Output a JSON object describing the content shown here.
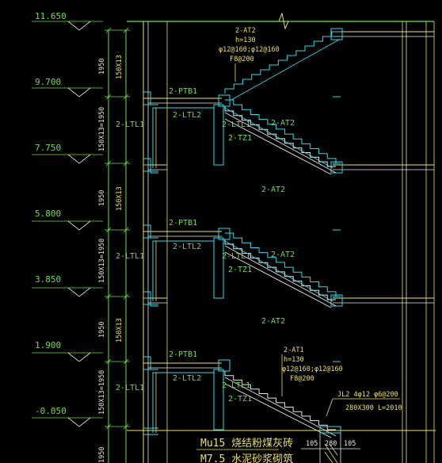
{
  "levels": [
    "11.650",
    "9.700",
    "7.750",
    "5.800",
    "3.850",
    "1.900",
    "-0.050"
  ],
  "dims": {
    "flight": "1950",
    "steps_up": "150X13",
    "steps_down": "150X13=1950"
  },
  "labels": {
    "ltl1": "2-LTL1",
    "ltl2": "2-LTL2",
    "ptb1": "2-PTB1",
    "tz1": "2-TZ1",
    "at1": "2-AT1",
    "at2": "2-AT2"
  },
  "notes": {
    "at2_top": [
      "2-AT2",
      "h=130",
      "φ12@160;φ12@160",
      "F8@200"
    ],
    "at1": [
      "2-AT1",
      "h=130",
      "φ12@160;φ12@160",
      "F8@200"
    ],
    "jl2": [
      "JL2  4φ12  φ6@200",
      "280X300  L=2010"
    ]
  },
  "footer": {
    "material": "Mu15  烧结粉煤灰砖",
    "mortar": "M7.5  水泥砂浆砌筑",
    "dim_left": "105",
    "dim_mid": "280",
    "dim_right": "105"
  },
  "colors": {
    "green": "#6fdc50",
    "cyan": "#35d7e8",
    "yellow": "#e8e070",
    "white": "#e8e8e8",
    "background": "#000000"
  }
}
